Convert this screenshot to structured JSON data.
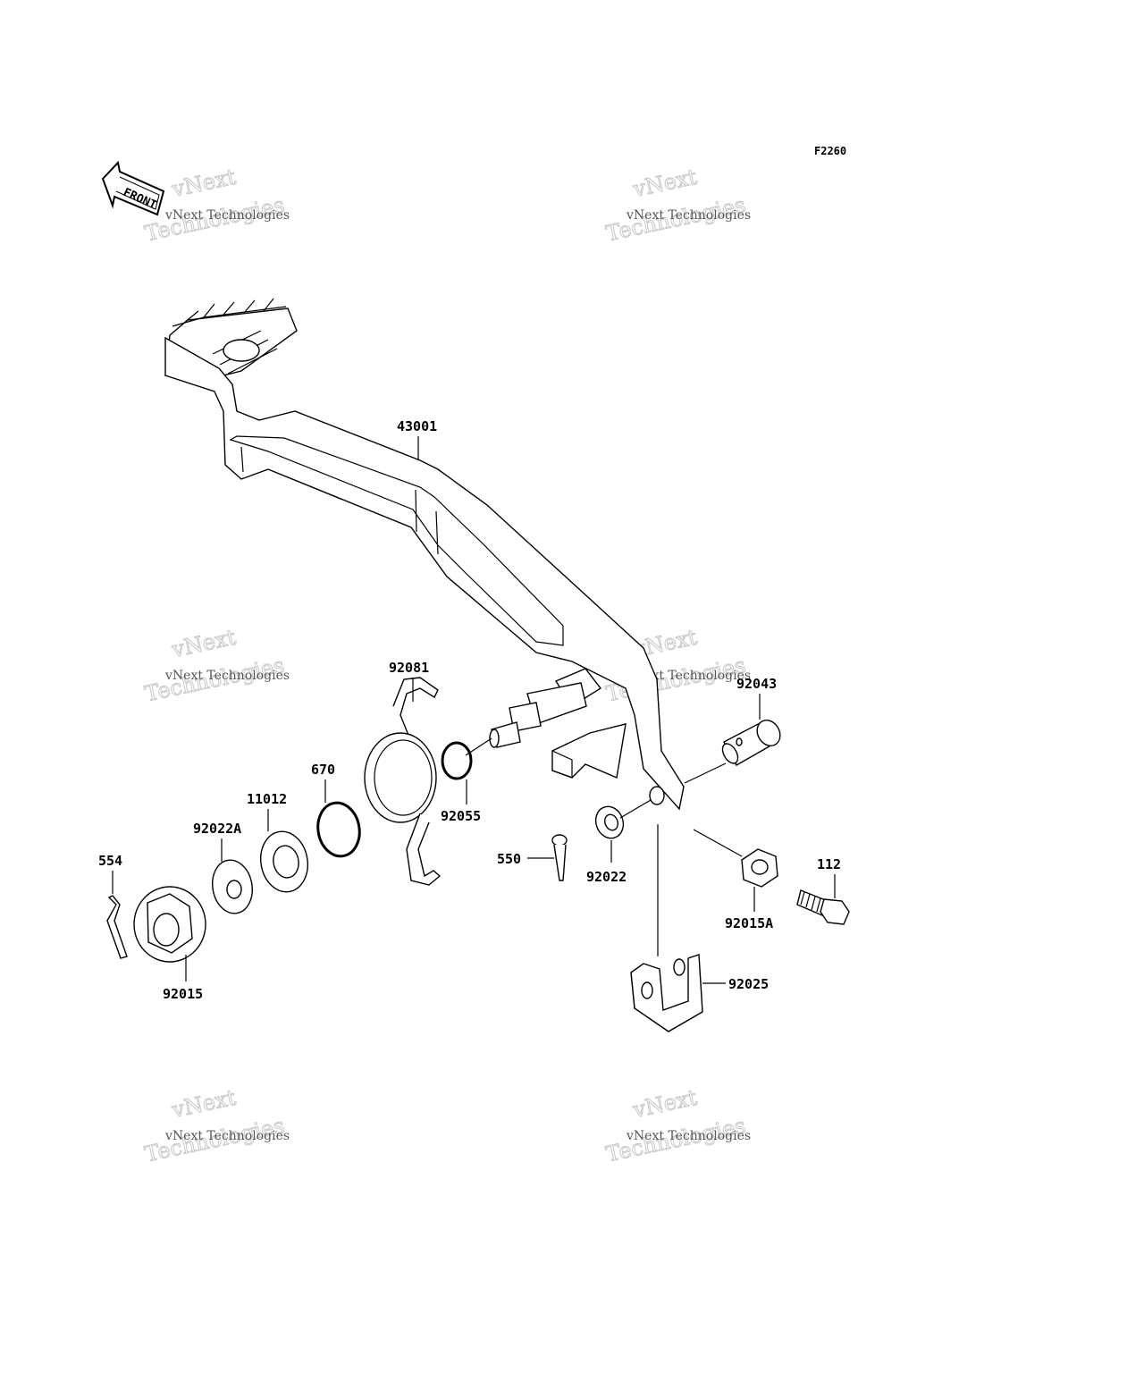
{
  "figure_code": "F2260",
  "front_arrow_label": "FRONT",
  "watermark": {
    "small": "vNext Technologies",
    "big_line1": "vNext",
    "big_line2": "Technologies"
  },
  "parts": {
    "p43001": "43001",
    "p92081": "92081",
    "p92043": "92043",
    "p92055": "92055",
    "p670": "670",
    "p11012": "11012",
    "p92022A": "92022A",
    "p554": "554",
    "p550": "550",
    "p92022": "92022",
    "p112": "112",
    "p92015A": "92015A",
    "p92015": "92015",
    "p92025": "92025"
  }
}
